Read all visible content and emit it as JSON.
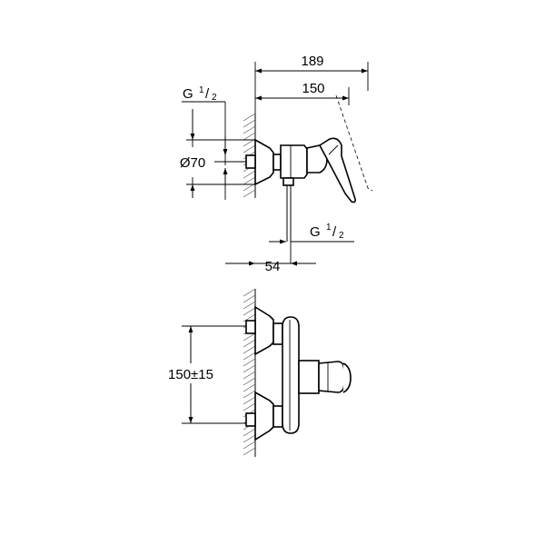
{
  "top_view": {
    "dim_overall_depth": "189",
    "dim_body_depth": "150",
    "dim_inlet_thread_letter": "G",
    "dim_inlet_thread_num": "1",
    "dim_inlet_thread_den": "2",
    "dim_rosette_diameter": "Ø70",
    "dim_outlet_thread_letter": "G",
    "dim_outlet_thread_num": "1",
    "dim_outlet_thread_den": "2",
    "dim_outlet_offset": "54"
  },
  "front_view": {
    "dim_centres": "150±15"
  }
}
